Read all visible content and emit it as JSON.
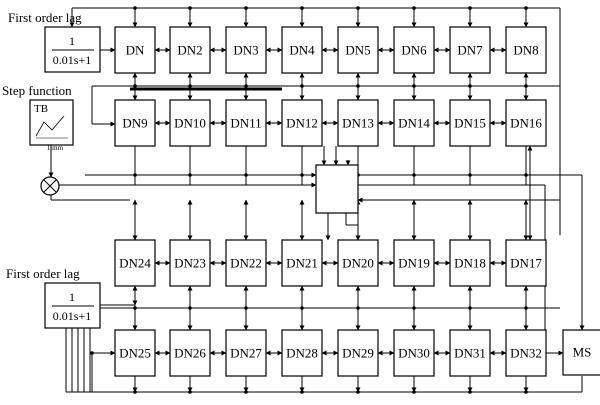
{
  "captions": {
    "first_order_lag_top": "First order lag",
    "step_function": "Step function",
    "first_order_lag_bottom": "First order lag"
  },
  "transfer_function": {
    "numerator": "1",
    "denominator": "0.01s+1"
  },
  "step_block": {
    "label": "TB",
    "time_label": "1.mm"
  },
  "nodes": {
    "row1": [
      "DN",
      "DN2",
      "DN3",
      "DN4",
      "DN5",
      "DN6",
      "DN7",
      "DN8"
    ],
    "row2": [
      "DN9",
      "DN10",
      "DN11",
      "DN12",
      "DN13",
      "DN14",
      "DN15",
      "DN16"
    ],
    "row3": [
      "DN24",
      "DN23",
      "DN22",
      "DN21",
      "DN20",
      "DN19",
      "DN18",
      "DN17"
    ],
    "row4": [
      "DN25",
      "DN26",
      "DN27",
      "DN28",
      "DN29",
      "DN30",
      "DN31",
      "DN32"
    ]
  },
  "ms_label": "MS"
}
